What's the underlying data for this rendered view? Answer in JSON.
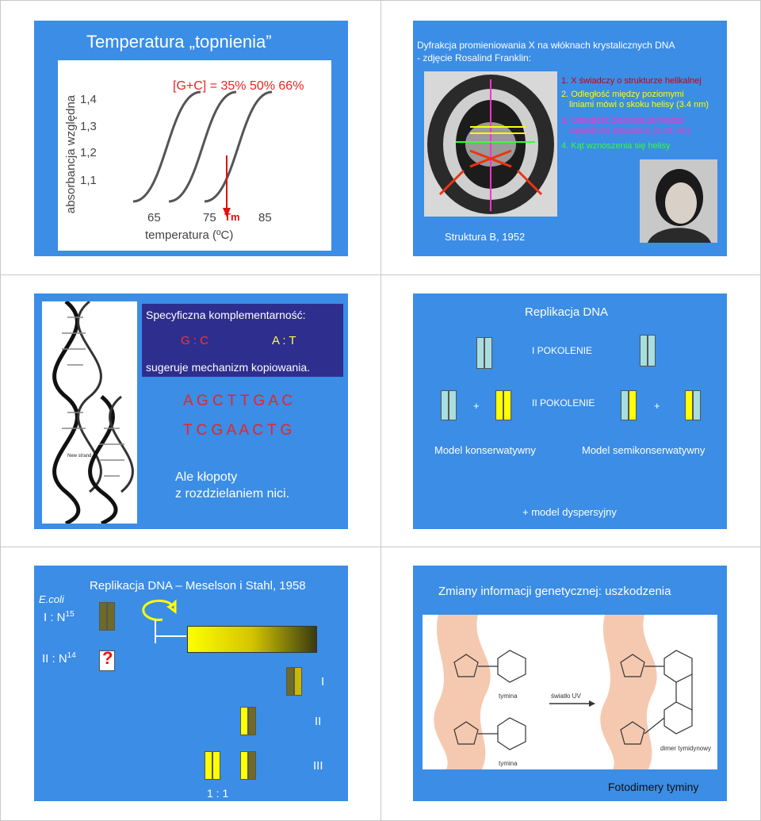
{
  "slides": {
    "s1": {
      "title": "Temperatura „topnienia”",
      "gc_label": "[G+C] = 35% 50%  66%",
      "ylabel": "absorbancja względna",
      "xlabel": "temperatura (ºC)",
      "yticks": [
        "1,4",
        "1,3",
        "1,2",
        "1,1"
      ],
      "xticks": [
        "65",
        "75",
        "85"
      ],
      "tm_label": "Tm"
    },
    "s2": {
      "title_line1": "Dyfrakcja promieniowania X na włóknach krystalicznych DNA",
      "title_line2": "- zdjęcie Rosalind Franklin:",
      "points": [
        "1. X świadczy o strukturze helikalnej",
        "2. Odległość między poziomymi",
        "liniami mówi o skoku helisy (3.4 nm)",
        "3. Odległość pionowa pomiędzy",
        "sąsiednimi zasadami (0,34 nm)",
        "4. Kąt wznoszenia się helisy"
      ],
      "caption": "Struktura B, 1952",
      "colors": {
        "p1": "#cc0000",
        "p2": "#ffff00",
        "p3": "#ff33cc",
        "p4": "#33ff33"
      }
    },
    "s3": {
      "header": "Specyficzna komplementarność:",
      "pair1": "G : C",
      "pair2": "A : T",
      "subheader": "sugeruje mechanizm kopiowania.",
      "seq1": "A G C T T G A C",
      "seq2": "T C G A A C T G",
      "footer_line1": "Ale kłopoty",
      "footer_line2": "z rozdzielaniem nici.",
      "image_label": "New strand"
    },
    "s4": {
      "title": "Replikacja DNA",
      "gen1": "I POKOLENIE",
      "gen2": "II POKOLENIE",
      "plus": "+",
      "model1": "Model konserwatywny",
      "model2": "Model semikonserwatywny",
      "model3": "+ model dyspersyjny"
    },
    "s5": {
      "title": "Replikacja DNA – Meselson i Stahl, 1958",
      "ecoli": "E.coli",
      "row1": "I :  N",
      "row1_sup": "15",
      "row2": "II :  N",
      "row2_sup": "14",
      "question": "?",
      "gen_I": "I",
      "gen_II": "II",
      "gen_III": "III",
      "ratio": "1   :   1"
    },
    "s6": {
      "title": "Zmiany informacji genetycznej: uszkodzenia",
      "caption": "Fotodimery  tyminy",
      "label_tymina": "tymina",
      "label_swiatlo": "światło UV",
      "label_dimer": "dimer tymidynowy"
    }
  }
}
